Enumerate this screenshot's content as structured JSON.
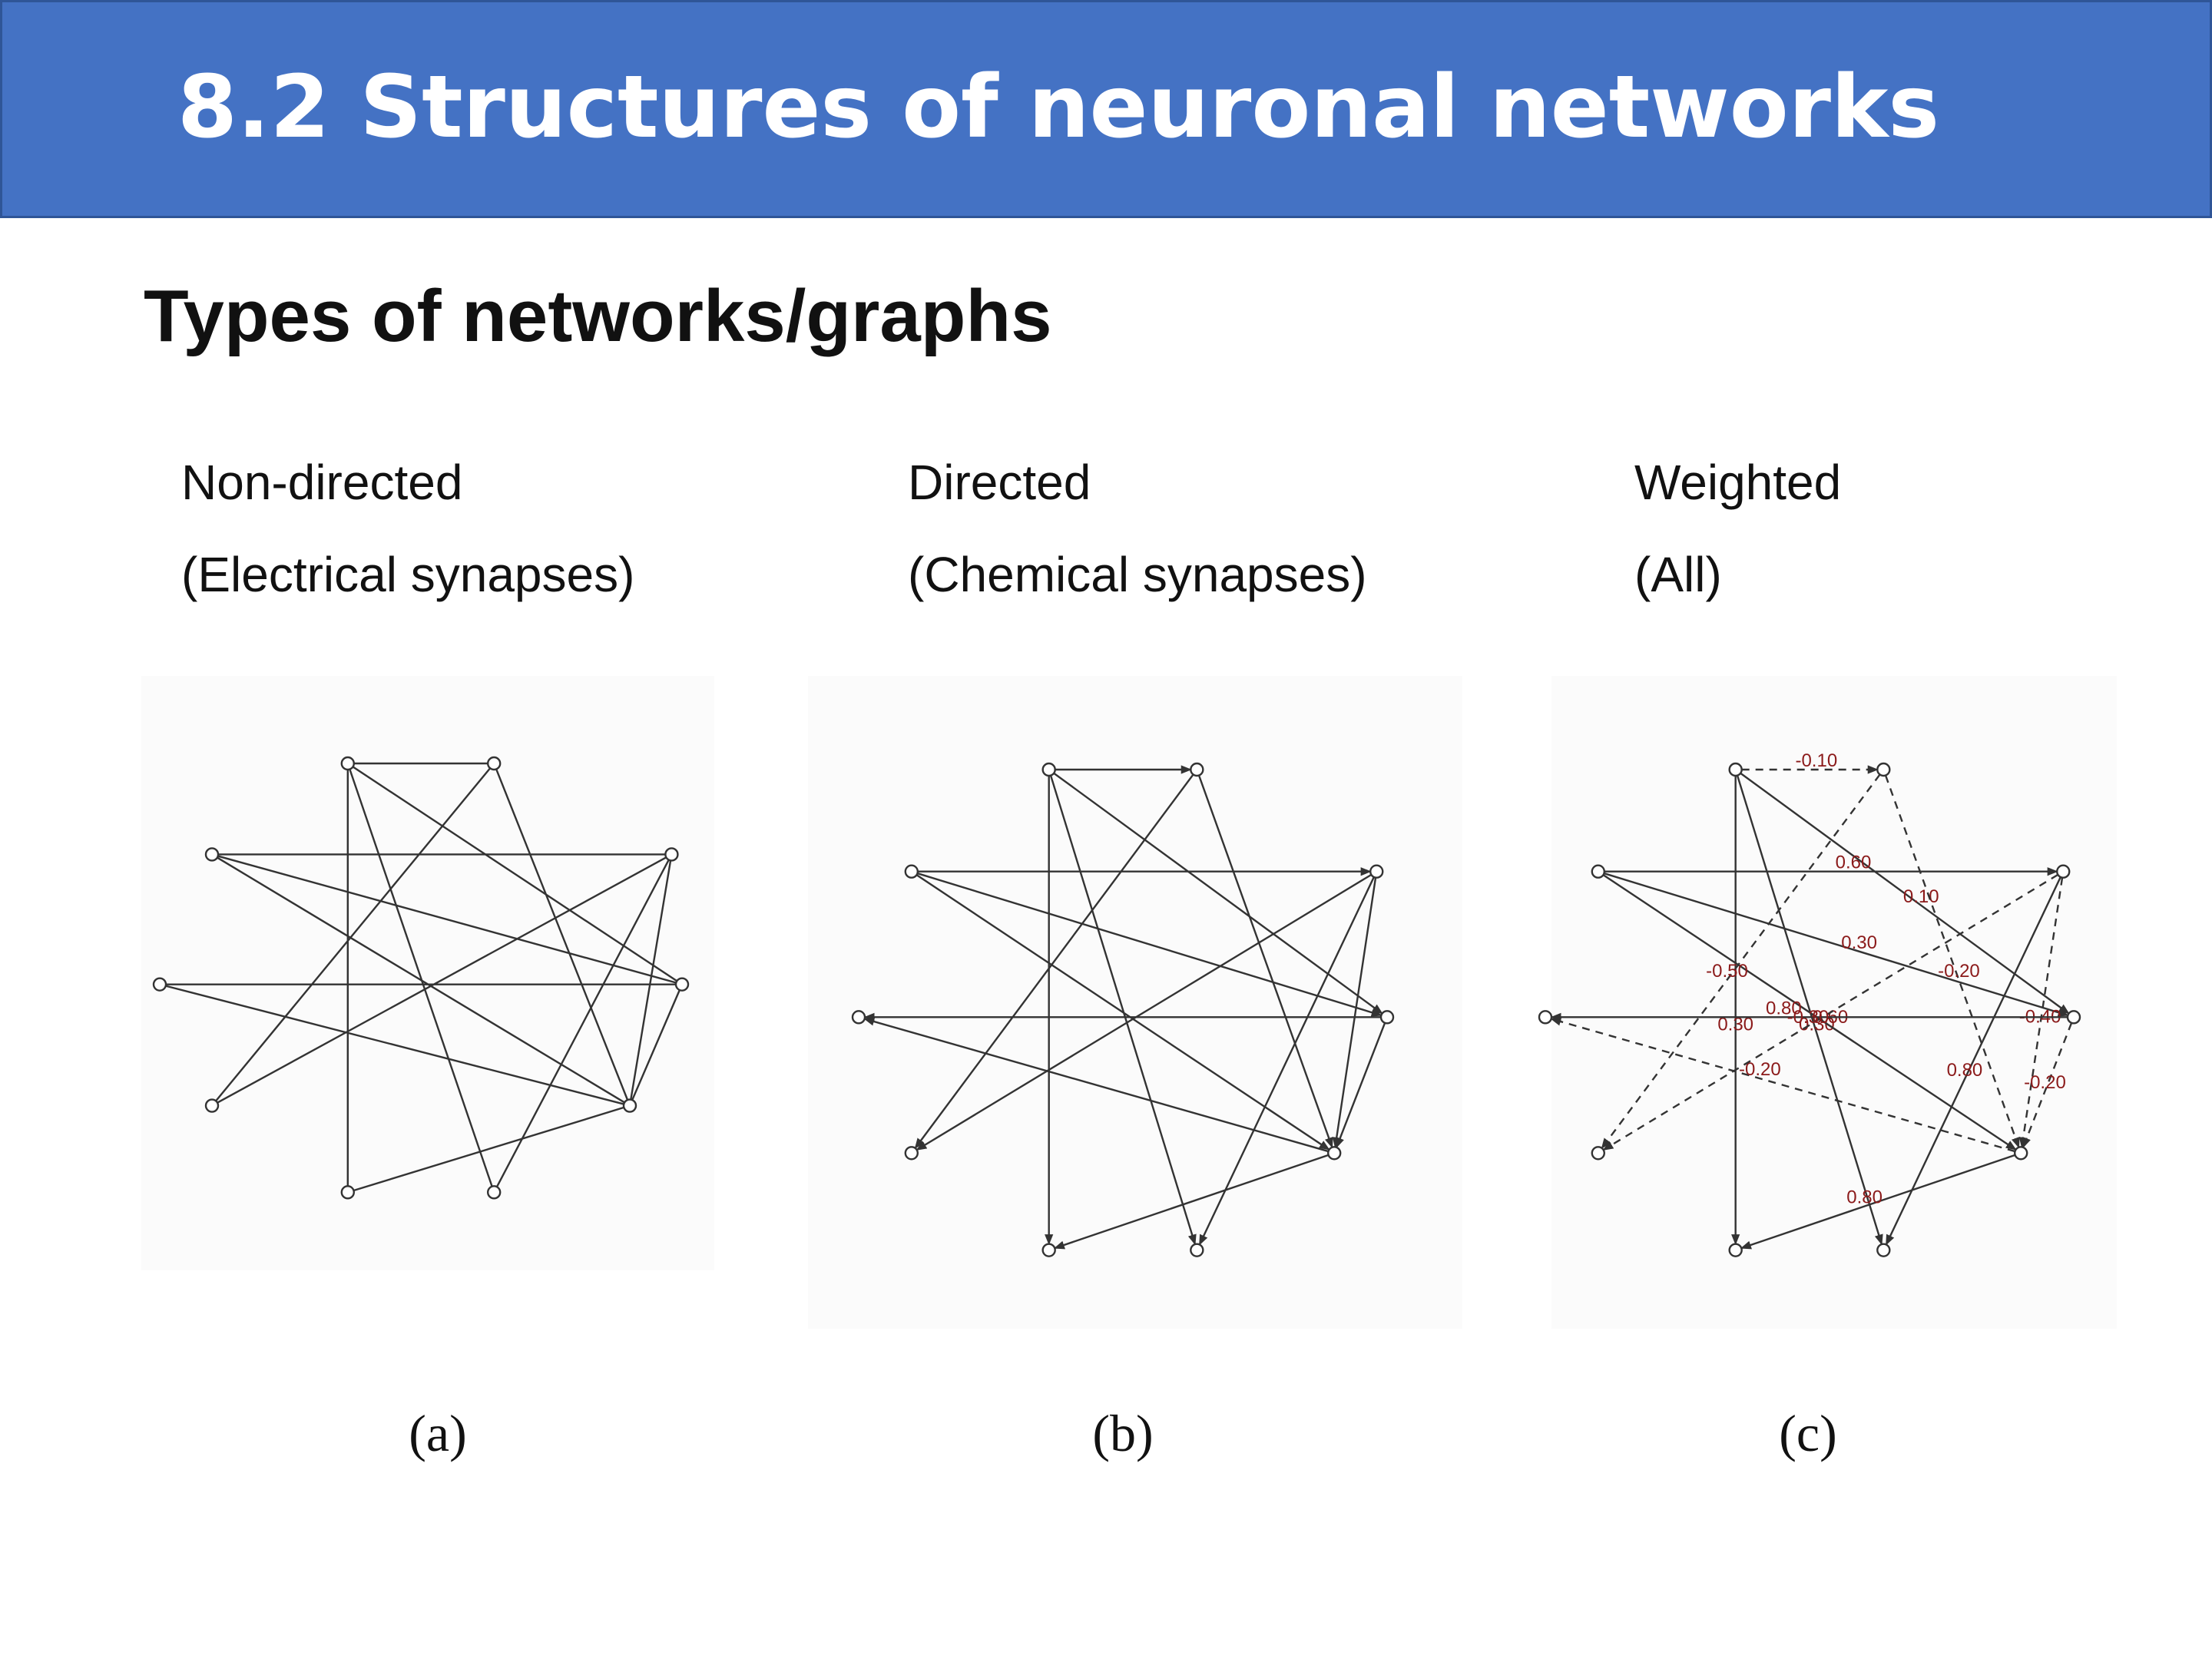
{
  "slide": {
    "title": "8.2 Structures of neuronal networks",
    "subtitle": "Types of networks/graphs"
  },
  "columns": [
    {
      "heading": "Non-directed",
      "subheading": "(Electrical synapses)",
      "caption": "(a)"
    },
    {
      "heading": "Directed",
      "subheading": "(Chemical synapses)",
      "caption": "(b)"
    },
    {
      "heading": "Weighted",
      "subheading": "(All)",
      "caption": "(c)"
    }
  ],
  "graphs": {
    "nodes": [
      "n1",
      "n2",
      "n3",
      "n4",
      "n5",
      "n6",
      "n7",
      "n8",
      "n9",
      "n10"
    ],
    "edges": [
      {
        "from": "n1",
        "to": "n2",
        "weight": "-0.10"
      },
      {
        "from": "n1",
        "to": "n5",
        "weight": "0.30"
      },
      {
        "from": "n1",
        "to": "n6",
        "weight": "0.10"
      },
      {
        "from": "n1",
        "to": "n7",
        "weight": "0.30"
      },
      {
        "from": "n4",
        "to": "n3",
        "weight": "0.60"
      },
      {
        "from": "n4",
        "to": "n6",
        "weight": "0.30"
      },
      {
        "from": "n4",
        "to": "n8",
        "weight": "0.60"
      },
      {
        "from": "n3",
        "to": "n7",
        "weight": "0.80"
      },
      {
        "from": "n3",
        "to": "n8",
        "weight": "-0.40"
      },
      {
        "from": "n2",
        "to": "n8",
        "weight": "-0.20"
      },
      {
        "from": "n2",
        "to": "n9",
        "weight": "-0.50"
      },
      {
        "from": "n6",
        "to": "n8",
        "weight": "-0.20"
      },
      {
        "from": "n6",
        "to": "n10",
        "weight": "0.80"
      },
      {
        "from": "n8",
        "to": "n5",
        "weight": "0.80"
      },
      {
        "from": "n8",
        "to": "n10",
        "weight": "-0.20"
      },
      {
        "from": "n3",
        "to": "n9",
        "weight": "-0.30"
      }
    ]
  },
  "colors": {
    "header_bg": "#4472c4",
    "header_text": "#ffffff",
    "edge": "#333333",
    "weight_label": "#8b1a1a"
  }
}
